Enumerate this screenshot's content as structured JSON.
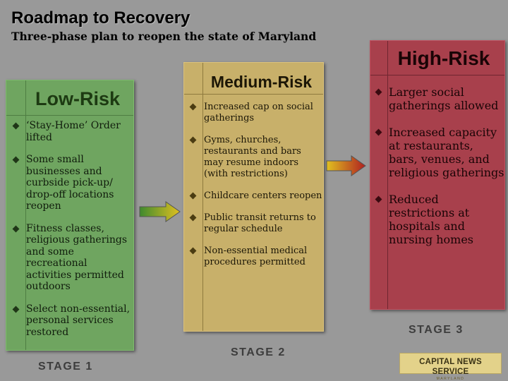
{
  "header": {
    "title": "Roadmap to Recovery",
    "subtitle": "Three-phase plan to reopen the state of Maryland"
  },
  "stages": [
    {
      "heading": "Low-Risk",
      "label": "STAGE 1",
      "color": "#6fa560",
      "items": [
        "‘Stay-Home’ Order lifted",
        "Some small businesses and curbside pick-up/ drop-off locations reopen",
        "Fitness classes, religious gatherings and some recreational activities permitted outdoors",
        "Select non-essential, personal services restored"
      ]
    },
    {
      "heading": "Medium-Risk",
      "label": "STAGE 2",
      "color": "#c8b06a",
      "items": [
        "Increased cap on social gatherings",
        "Gyms, churches, restaurants and bars may resume indoors (with restrictions)",
        "Childcare centers reopen",
        "Public transit returns to regular schedule",
        "Non-essential medical procedures permitted"
      ]
    },
    {
      "heading": "High-Risk",
      "label": "STAGE 3",
      "color": "#a8404c",
      "items": [
        "Larger social gatherings allowed",
        "Increased capacity at restaurants, bars, venues, and religious gatherings",
        "Reduced restrictions at hospitals and nursing homes"
      ]
    }
  ],
  "logo": {
    "name": "CAPITAL NEWS SERVICE",
    "sub": "MARYLAND"
  }
}
